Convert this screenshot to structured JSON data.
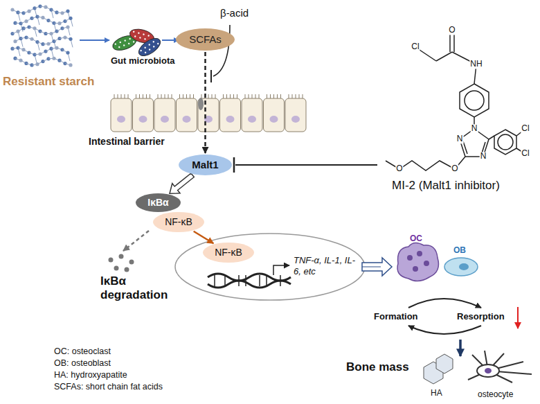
{
  "diagram": {
    "nodes": [
      {
        "text": [
          "SCFAs"
        ]
      },
      {
        "text": [
          "Malt1"
        ]
      },
      {
        "text": [
          "IκBα"
        ]
      },
      {
        "text": [
          "NF-κB"
        ]
      },
      {
        "text": [
          "NF-κB"
        ]
      }
    ],
    "edges": [
      {
        "from": 0,
        "to": 1,
        "arrow": "to"
      },
      {
        "from": 1,
        "to": 2,
        "arrow": "to"
      },
      {
        "from": 3,
        "to": 4,
        "arrow": "to"
      }
    ],
    "labels": [
      "Resistant starch",
      "Gut microbiota",
      "β-acid",
      "Intestinal barrier",
      "IκBα degradation",
      "TNF-α, IL-1, IL-6, etc",
      "MI-2 (Malt1 inhibitor)",
      "OC",
      "OB",
      "Formation",
      "Resorption",
      "Bone mass",
      "HA",
      "osteocyte",
      "OC: osteoclast",
      "OB: osteoblast",
      "HA: hydroxyapatite",
      "SCFAs: short chain fat acids",
      "Cl",
      "O",
      "NH",
      "N",
      "N",
      "N",
      "O",
      "O",
      "Cl",
      "Cl"
    ]
  }
}
